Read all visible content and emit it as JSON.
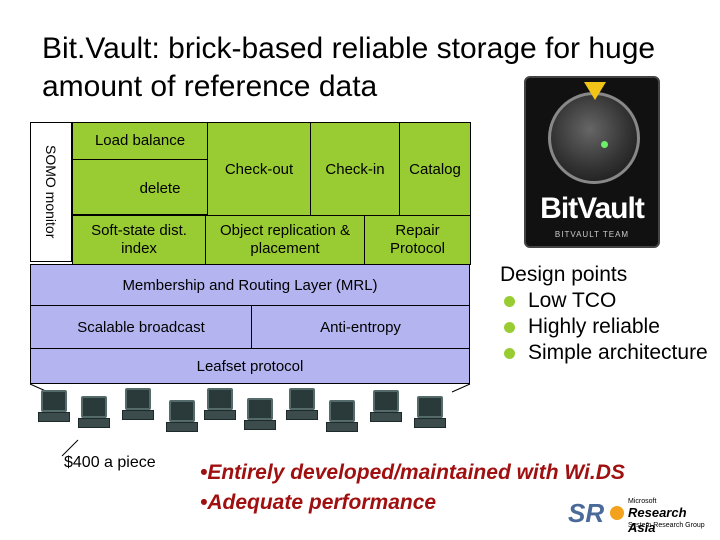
{
  "slide": {
    "title": "Bit.Vault: brick-based reliable storage for huge amount of reference data"
  },
  "architecture": {
    "monitor_label": "SOMO monitor",
    "load_balance": "Load balance",
    "check_out": "Check-out",
    "check_in": "Check-in",
    "catalog": "Catalog",
    "delete": "delete",
    "soft_state": "Soft-state dist. index",
    "object_replication": "Object replication & placement",
    "repair_protocol": "Repair Protocol",
    "mrl": "Membership and Routing Layer (MRL)",
    "scalable_broadcast": "Scalable broadcast",
    "anti_entropy": "Anti-entropy",
    "leafset": "Leafset protocol",
    "price": "$400 a piece",
    "computer_icon": "desktop-computer-icon",
    "colors": {
      "green": "#99cc33",
      "blue": "#b4b4f0"
    }
  },
  "logo": {
    "text": "BitVault",
    "subtext": "BITVAULT TEAM",
    "icon": "safe-dial-icon",
    "colors": {
      "dial_marker": "#f2c418",
      "dial_dot": "#6cf06c"
    }
  },
  "design": {
    "heading": "Design points",
    "points": [
      "Low TCO",
      "Highly reliable",
      "Simple architecture"
    ],
    "bullet_color": "#99cc33"
  },
  "bottom": {
    "line1": "•Entirely developed/maintained with Wi.DS",
    "line2": "•Adequate performance",
    "color": "#a01010"
  },
  "footer_logo": {
    "mark": "SR",
    "line1": "Microsoft",
    "line2": "Research Asia",
    "line3": "System Research Group"
  }
}
